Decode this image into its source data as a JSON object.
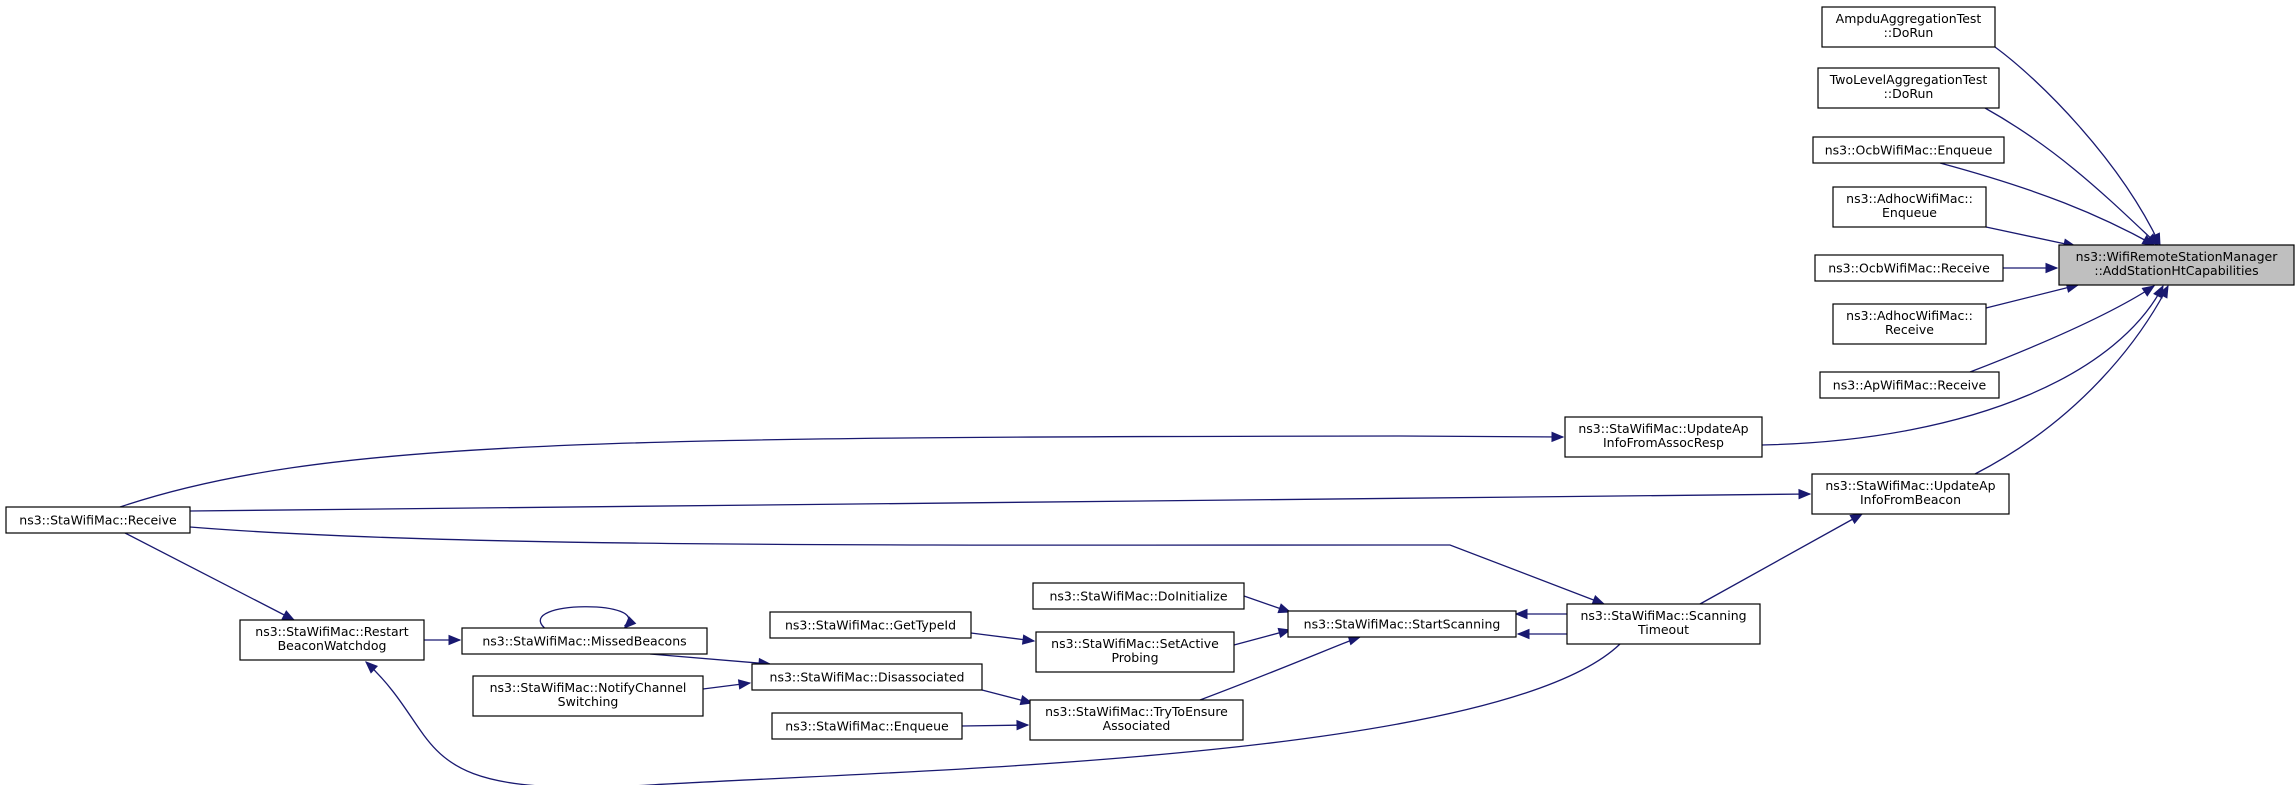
{
  "nodes": [
    {
      "id": "root",
      "lines": [
        "ns3::WifiRemoteStationManager",
        "::AddStationHtCapabilities"
      ],
      "root": true
    },
    {
      "id": "ampdu",
      "lines": [
        "AmpduAggregationTest",
        "::DoRun"
      ]
    },
    {
      "id": "twolevel",
      "lines": [
        "TwoLevelAggregationTest",
        "::DoRun"
      ]
    },
    {
      "id": "ocb_enq",
      "lines": [
        "ns3::OcbWifiMac::Enqueue"
      ]
    },
    {
      "id": "adhoc_enq",
      "lines": [
        "ns3::AdhocWifiMac::",
        "Enqueue"
      ]
    },
    {
      "id": "ocb_rcv",
      "lines": [
        "ns3::OcbWifiMac::Receive"
      ]
    },
    {
      "id": "adhoc_rcv",
      "lines": [
        "ns3::AdhocWifiMac::",
        "Receive"
      ]
    },
    {
      "id": "ap_rcv",
      "lines": [
        "ns3::ApWifiMac::Receive"
      ]
    },
    {
      "id": "upd_assoc",
      "lines": [
        "ns3::StaWifiMac::UpdateAp",
        "InfoFromAssocResp"
      ]
    },
    {
      "id": "upd_beacon",
      "lines": [
        "ns3::StaWifiMac::UpdateAp",
        "InfoFromBeacon"
      ]
    },
    {
      "id": "sta_rcv",
      "lines": [
        "ns3::StaWifiMac::Receive"
      ]
    },
    {
      "id": "scan_to",
      "lines": [
        "ns3::StaWifiMac::Scanning",
        "Timeout"
      ]
    },
    {
      "id": "start_scan",
      "lines": [
        "ns3::StaWifiMac::StartScanning"
      ]
    },
    {
      "id": "doinit",
      "lines": [
        "ns3::StaWifiMac::DoInitialize"
      ]
    },
    {
      "id": "setactive",
      "lines": [
        "ns3::StaWifiMac::SetActive",
        "Probing"
      ]
    },
    {
      "id": "trytoensure",
      "lines": [
        "ns3::StaWifiMac::TryToEnsure",
        "Associated"
      ]
    },
    {
      "id": "gettypeid",
      "lines": [
        "ns3::StaWifiMac::GetTypeId"
      ]
    },
    {
      "id": "disassoc",
      "lines": [
        "ns3::StaWifiMac::Disassociated"
      ]
    },
    {
      "id": "sta_enq",
      "lines": [
        "ns3::StaWifiMac::Enqueue"
      ]
    },
    {
      "id": "missed",
      "lines": [
        "ns3::StaWifiMac::MissedBeacons"
      ]
    },
    {
      "id": "notify",
      "lines": [
        "ns3::StaWifiMac::NotifyChannel",
        "Switching"
      ]
    },
    {
      "id": "restart",
      "lines": [
        "ns3::StaWifiMac::Restart",
        "BeaconWatchdog"
      ]
    }
  ],
  "edges": [
    {
      "from": "ampdu",
      "to": "root"
    },
    {
      "from": "twolevel",
      "to": "root"
    },
    {
      "from": "ocb_enq",
      "to": "root"
    },
    {
      "from": "adhoc_enq",
      "to": "root"
    },
    {
      "from": "ocb_rcv",
      "to": "root"
    },
    {
      "from": "adhoc_rcv",
      "to": "root"
    },
    {
      "from": "ap_rcv",
      "to": "root"
    },
    {
      "from": "upd_assoc",
      "to": "root"
    },
    {
      "from": "upd_beacon",
      "to": "root"
    },
    {
      "from": "sta_rcv",
      "to": "upd_assoc"
    },
    {
      "from": "sta_rcv",
      "to": "upd_beacon"
    },
    {
      "from": "sta_rcv",
      "to": "scan_to"
    },
    {
      "from": "sta_rcv",
      "to": "restart"
    },
    {
      "from": "scan_to",
      "to": "upd_beacon"
    },
    {
      "from": "scan_to",
      "to": "start_scan"
    },
    {
      "from": "scan_to",
      "to": "restart"
    },
    {
      "from": "start_scan",
      "to": "scan_to"
    },
    {
      "from": "doinit",
      "to": "start_scan"
    },
    {
      "from": "setactive",
      "to": "start_scan"
    },
    {
      "from": "trytoensure",
      "to": "start_scan"
    },
    {
      "from": "gettypeid",
      "to": "setactive"
    },
    {
      "from": "disassoc",
      "to": "trytoensure"
    },
    {
      "from": "sta_enq",
      "to": "trytoensure"
    },
    {
      "from": "missed",
      "to": "disassoc"
    },
    {
      "from": "missed",
      "to": "missed"
    },
    {
      "from": "notify",
      "to": "disassoc"
    },
    {
      "from": "restart",
      "to": "missed"
    }
  ]
}
